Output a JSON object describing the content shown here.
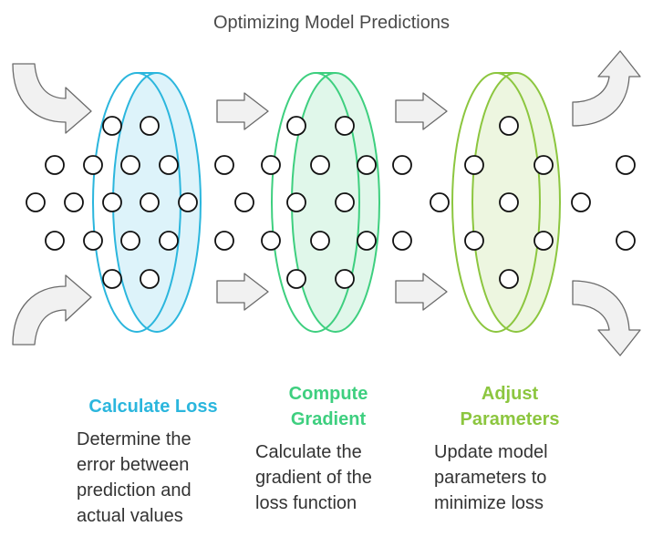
{
  "title": "Optimizing Model Predictions",
  "colors": {
    "loss": "#2bb6dd",
    "gradient": "#3ecf7f",
    "adjust": "#8cc63f",
    "arrow_fill": "#f1f1f1",
    "arrow_stroke": "#6b6b6b"
  },
  "steps": [
    {
      "title": "Calculate Loss",
      "description": "Determine the error between prediction and actual values",
      "color": "#2bb6dd"
    },
    {
      "title": "Compute Gradient",
      "description": "Calculate the gradient of the loss function",
      "color": "#3ecf7f"
    },
    {
      "title": "Adjust Parameters",
      "description": "Update model parameters to minimize loss",
      "color": "#8cc63f"
    }
  ]
}
